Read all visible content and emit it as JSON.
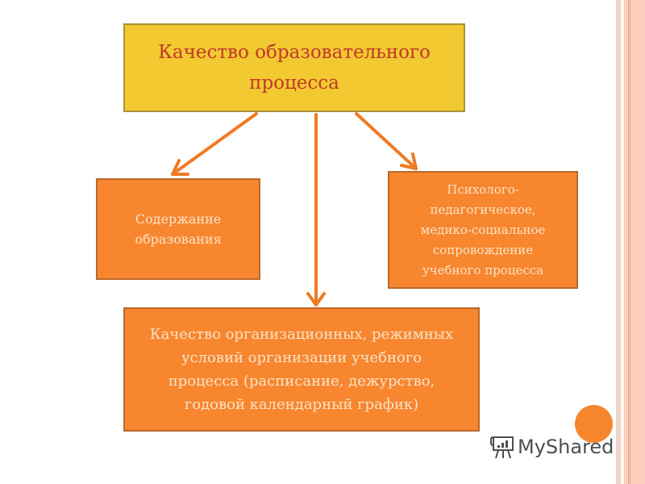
{
  "diagram": {
    "root": {
      "lines": [
        "Качество образовательного",
        "процесса"
      ]
    },
    "children": [
      {
        "id": "content",
        "lines": [
          "Содержание",
          "образования"
        ]
      },
      {
        "id": "organization",
        "lines": [
          "Качество организационных, режимных",
          "условий организации учебного",
          "процесса (расписание, дежурство,",
          "годовой календарный график)"
        ]
      },
      {
        "id": "support",
        "lines": [
          "Психолого-",
          "педагогическое,",
          "медико-социальное",
          "сопровождение",
          "учебного процесса"
        ]
      }
    ],
    "edges": [
      {
        "from": "root",
        "to": "content"
      },
      {
        "from": "root",
        "to": "organization"
      },
      {
        "from": "root",
        "to": "support"
      }
    ]
  },
  "colors": {
    "root_fill": "#f2c930",
    "root_text": "#c0392b",
    "child_fill": "#f7862f",
    "child_text": "#fbe3c6",
    "arrow": "#f07a22",
    "side_strip": "#fdd0bd"
  },
  "watermark": {
    "text": "MyShared",
    "icon": "presentation-board-icon"
  }
}
